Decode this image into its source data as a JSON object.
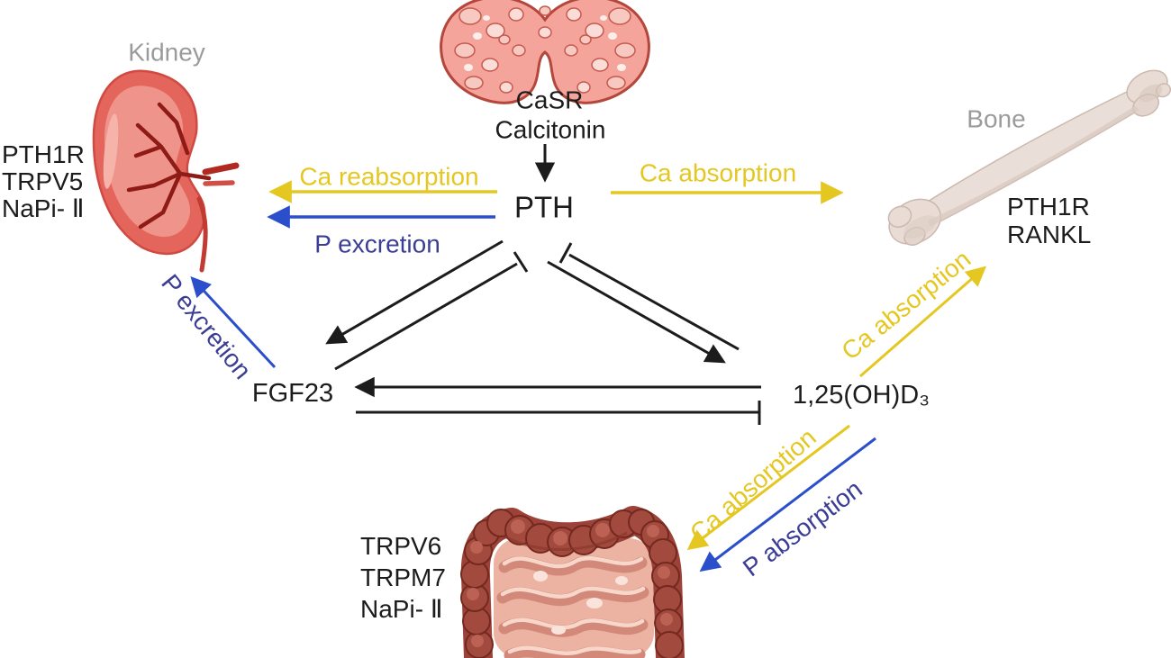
{
  "figure": {
    "nodes": {
      "casr": "CaSR",
      "calcitonin": "Calcitonin",
      "pth": "PTH",
      "fgf23": "FGF23",
      "vitd": "1,25(OH)D₃"
    },
    "organs": {
      "kidney": {
        "title": "Kidney",
        "receptors": [
          "PTH1R",
          "TRPV5",
          "NaPi- Ⅱ"
        ]
      },
      "bone": {
        "title": "Bone",
        "receptors": [
          "PTH1R",
          "RANKL"
        ]
      },
      "intestine": {
        "receptors": [
          "TRPV6",
          "TRPM7",
          "NaPi- Ⅱ"
        ]
      }
    },
    "flows": {
      "ca_reabsorption": "Ca reabsorption",
      "p_excretion": "P excretion",
      "ca_absorption_bone": "Ca absorption",
      "ca_absorption_bone_diag": "Ca absorption",
      "p_excretion_diag": "P excretion",
      "ca_absorption_gut": "Ca absorption",
      "p_absorption_gut": "P absorption"
    },
    "colors": {
      "stimulation_arrow": "#1c1c1c",
      "calcium_flow": "#e5c722",
      "phosphate_flow": "#2b4ecb",
      "phosphate_text": "#3c3e96",
      "organ_title": "#9b9b9b"
    }
  }
}
